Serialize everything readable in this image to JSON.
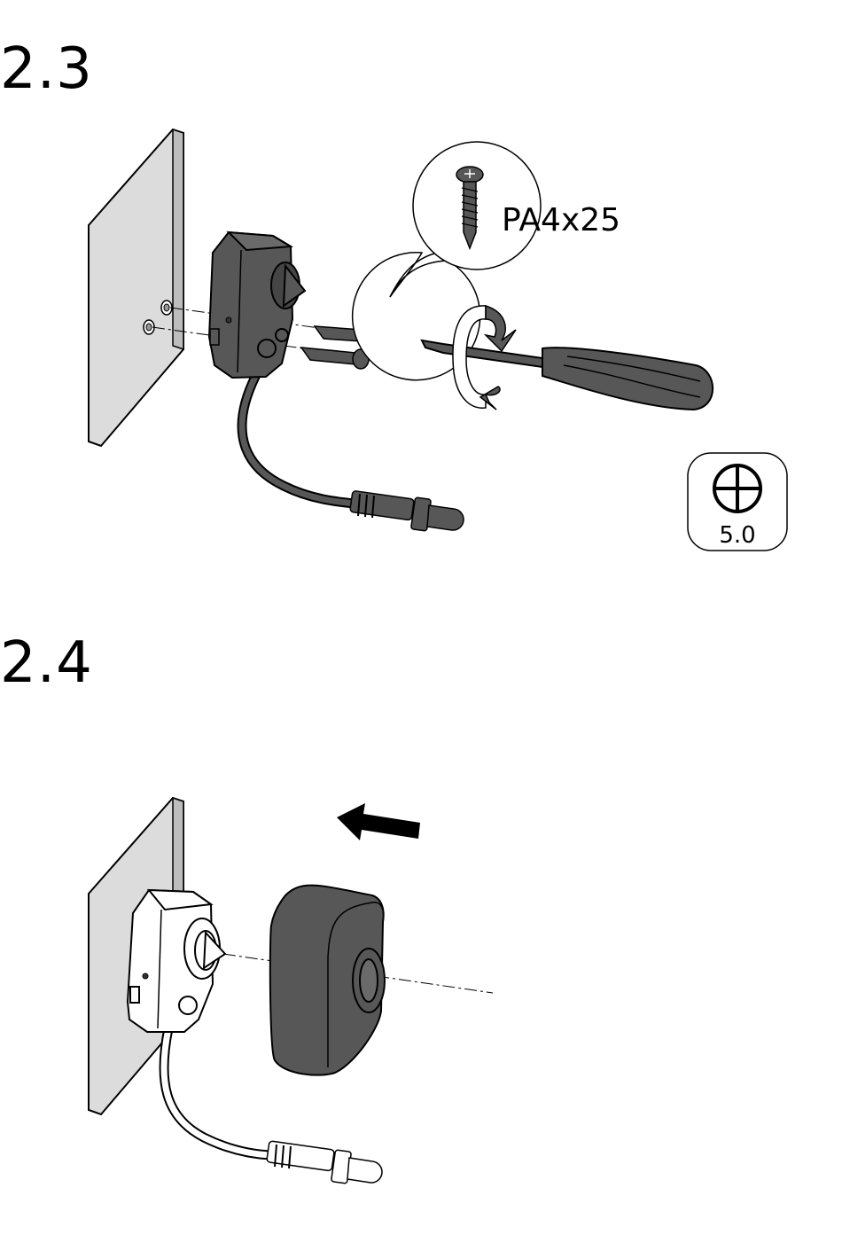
{
  "steps": [
    {
      "number": "2.3",
      "screw_label": "PA4x25",
      "bit_size": "5.0"
    },
    {
      "number": "2.4"
    }
  ],
  "colors": {
    "part_dark": "#575757",
    "part_light": "#ffffff",
    "wall": "#dcdcdc",
    "line": "#000000"
  },
  "icons": [
    "wall-plate",
    "sensor-base",
    "screw",
    "screwdriver",
    "rotation-arrow",
    "phillips-bit-icon",
    "push-arrow",
    "sensor-cover",
    "cable",
    "connector"
  ]
}
